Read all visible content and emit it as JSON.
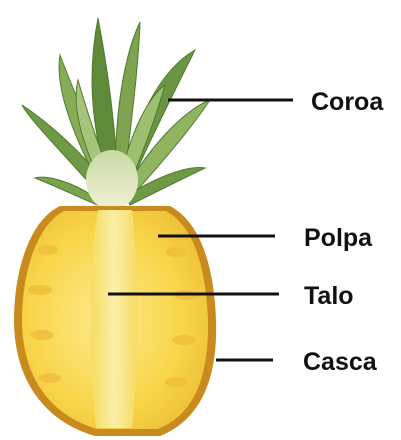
{
  "diagram": {
    "subject": "pineapple-cross-section",
    "colors": {
      "crown_dark": "#5f8a3a",
      "crown_light": "#a9c77a",
      "flesh": "#f8d548",
      "flesh_light": "#fbe98a",
      "core": "#f7ec9a",
      "skin": "#c98a1e",
      "line": "#111111"
    },
    "labels": {
      "crown": "Coroa",
      "pulp": "Polpa",
      "core": "Talo",
      "skin": "Casca"
    }
  }
}
